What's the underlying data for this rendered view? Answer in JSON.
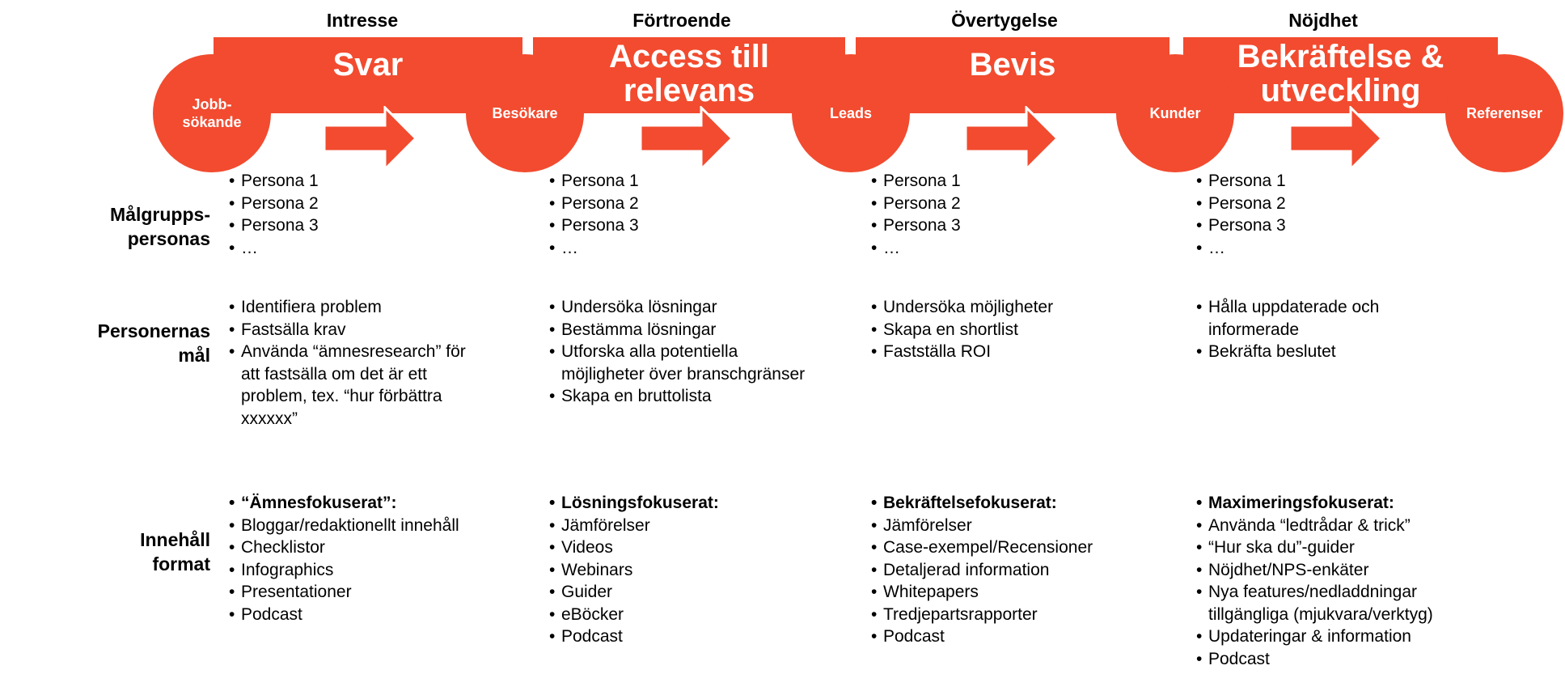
{
  "colors": {
    "accent": "#f24b2f",
    "text": "#000000",
    "background": "#ffffff"
  },
  "stages": [
    {
      "title": "Intresse",
      "banner": "Svar",
      "banner_lines": [
        "Svar"
      ]
    },
    {
      "title": "Förtroende",
      "banner": "Access till relevans",
      "banner_lines": [
        "Access till",
        "relevans"
      ]
    },
    {
      "title": "Övertygelse",
      "banner": "Bevis",
      "banner_lines": [
        "Bevis"
      ]
    },
    {
      "title": "Nöjdhet",
      "banner": "Bekräftelse & utveckling",
      "banner_lines": [
        "Bekräftelse &",
        "utveckling"
      ]
    }
  ],
  "nodes": [
    {
      "label": "Jobb-sökande",
      "lines": [
        "Jobb-",
        "sökande"
      ]
    },
    {
      "label": "Besökare",
      "lines": [
        "Besökare"
      ]
    },
    {
      "label": "Leads",
      "lines": [
        "Leads"
      ]
    },
    {
      "label": "Kunder",
      "lines": [
        "Kunder"
      ]
    },
    {
      "label": "Referenser",
      "lines": [
        "Referenser"
      ]
    }
  ],
  "rows": [
    {
      "label": "Målgrupps-personas",
      "lines": [
        "Målgrupps-",
        "personas"
      ]
    },
    {
      "label": "Personernas mål",
      "lines": [
        "Personernas",
        "mål"
      ]
    },
    {
      "label": "Innehåll format",
      "lines": [
        "Innehåll",
        "format"
      ]
    }
  ],
  "personas": [
    [
      "Persona 1",
      "Persona 2",
      "Persona 3",
      "…"
    ],
    [
      "Persona 1",
      "Persona 2",
      "Persona 3",
      "…"
    ],
    [
      "Persona 1",
      "Persona 2",
      "Persona 3",
      "…"
    ],
    [
      "Persona 1",
      "Persona 2",
      "Persona 3",
      "…"
    ]
  ],
  "goals": [
    [
      "Identifiera problem",
      "Fastsälla krav",
      [
        "Använda “ämnesresearch” för",
        "att fastsälla om det är ett",
        "problem, tex. “hur förbättra",
        "xxxxxx”"
      ]
    ],
    [
      "Undersöka lösningar",
      "Bestämma lösningar",
      [
        "Utforska alla potentiella",
        "möjligheter över branschgränser"
      ],
      "Skapa en bruttolista"
    ],
    [
      "Undersöka möjligheter",
      "Skapa en shortlist",
      "Fastställa ROI"
    ],
    [
      [
        "Hålla uppdaterade och",
        "informerade"
      ],
      "Bekräfta beslutet"
    ]
  ],
  "formats": [
    {
      "heading": "“Ämnesfokuserat”:",
      "items": [
        "Bloggar/redaktionellt innehåll",
        "Checklistor",
        "Infographics",
        "Presentationer",
        "Podcast"
      ]
    },
    {
      "heading": "Lösningsfokuserat:",
      "items": [
        "Jämförelser",
        "Videos",
        "Webinars",
        "Guider",
        "eBöcker",
        "Podcast"
      ]
    },
    {
      "heading": "Bekräftelsefokuserat:",
      "items": [
        "Jämförelser",
        "Case-exempel/Recensioner",
        "Detaljerad information",
        "Whitepapers",
        "Tredjepartsrapporter",
        "Podcast"
      ]
    },
    {
      "heading": "Maximeringsfokuserat:",
      "items": [
        "Använda “ledtrådar & trick”",
        "“Hur ska du”-guider",
        "Nöjdhet/NPS-enkäter",
        [
          "Nya features/nedladdningar",
          "tillgängliga  (mjukvara/verktyg)"
        ],
        "Updateringar & information",
        "Podcast"
      ]
    }
  ]
}
